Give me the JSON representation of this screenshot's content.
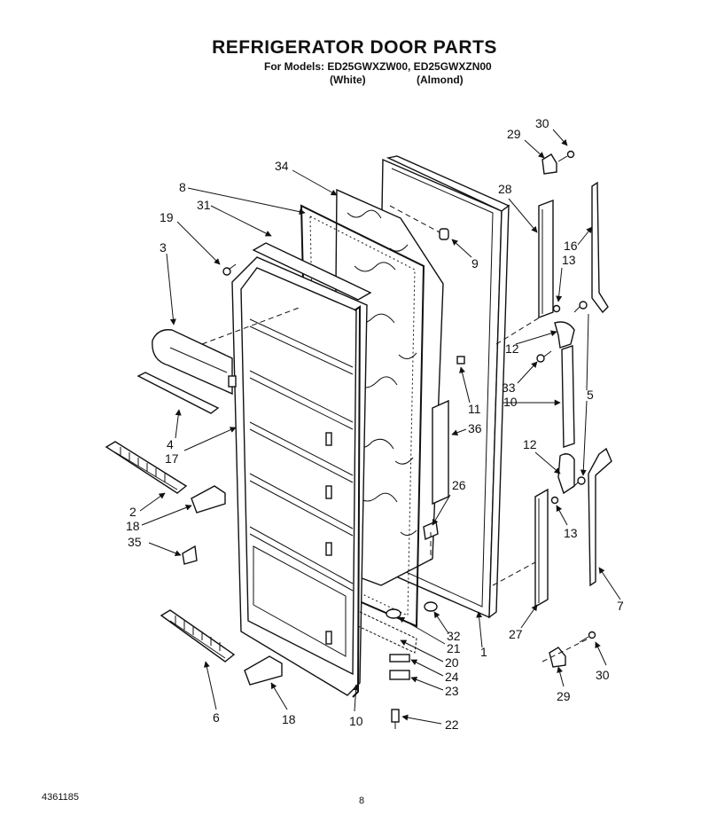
{
  "header": {
    "title": "REFRIGERATOR DOOR PARTS",
    "models_line": "For Models: ED25GWXZW00, ED25GWXZN00",
    "variant_white": "(White)",
    "variant_almond": "(Almond)"
  },
  "footer": {
    "doc_number": "4361185",
    "page_number": "8"
  },
  "callouts": [
    {
      "id": "c30a",
      "label": "30"
    },
    {
      "id": "c29a",
      "label": "29"
    },
    {
      "id": "c34",
      "label": "34"
    },
    {
      "id": "c8",
      "label": "8"
    },
    {
      "id": "c31",
      "label": "31"
    },
    {
      "id": "c19",
      "label": "19"
    },
    {
      "id": "c3",
      "label": "3"
    },
    {
      "id": "c28",
      "label": "28"
    },
    {
      "id": "c16",
      "label": "16"
    },
    {
      "id": "c13a",
      "label": "13"
    },
    {
      "id": "c9",
      "label": "9"
    },
    {
      "id": "c12a",
      "label": "12"
    },
    {
      "id": "c33",
      "label": "33"
    },
    {
      "id": "c5",
      "label": "5"
    },
    {
      "id": "c10a",
      "label": "10"
    },
    {
      "id": "c11",
      "label": "11"
    },
    {
      "id": "c4",
      "label": "4"
    },
    {
      "id": "c17",
      "label": "17"
    },
    {
      "id": "c36",
      "label": "36"
    },
    {
      "id": "c12b",
      "label": "12"
    },
    {
      "id": "c26",
      "label": "26"
    },
    {
      "id": "c2",
      "label": "2"
    },
    {
      "id": "c18a",
      "label": "18"
    },
    {
      "id": "c13b",
      "label": "13"
    },
    {
      "id": "c35",
      "label": "35"
    },
    {
      "id": "c7",
      "label": "7"
    },
    {
      "id": "c27",
      "label": "27"
    },
    {
      "id": "c32",
      "label": "32"
    },
    {
      "id": "c21",
      "label": "21"
    },
    {
      "id": "c1",
      "label": "1"
    },
    {
      "id": "c20",
      "label": "20"
    },
    {
      "id": "c24",
      "label": "24"
    },
    {
      "id": "c23",
      "label": "23"
    },
    {
      "id": "c30b",
      "label": "30"
    },
    {
      "id": "c29b",
      "label": "29"
    },
    {
      "id": "c6",
      "label": "6"
    },
    {
      "id": "c18b",
      "label": "18"
    },
    {
      "id": "c10b",
      "label": "10"
    },
    {
      "id": "c22",
      "label": "22"
    }
  ]
}
